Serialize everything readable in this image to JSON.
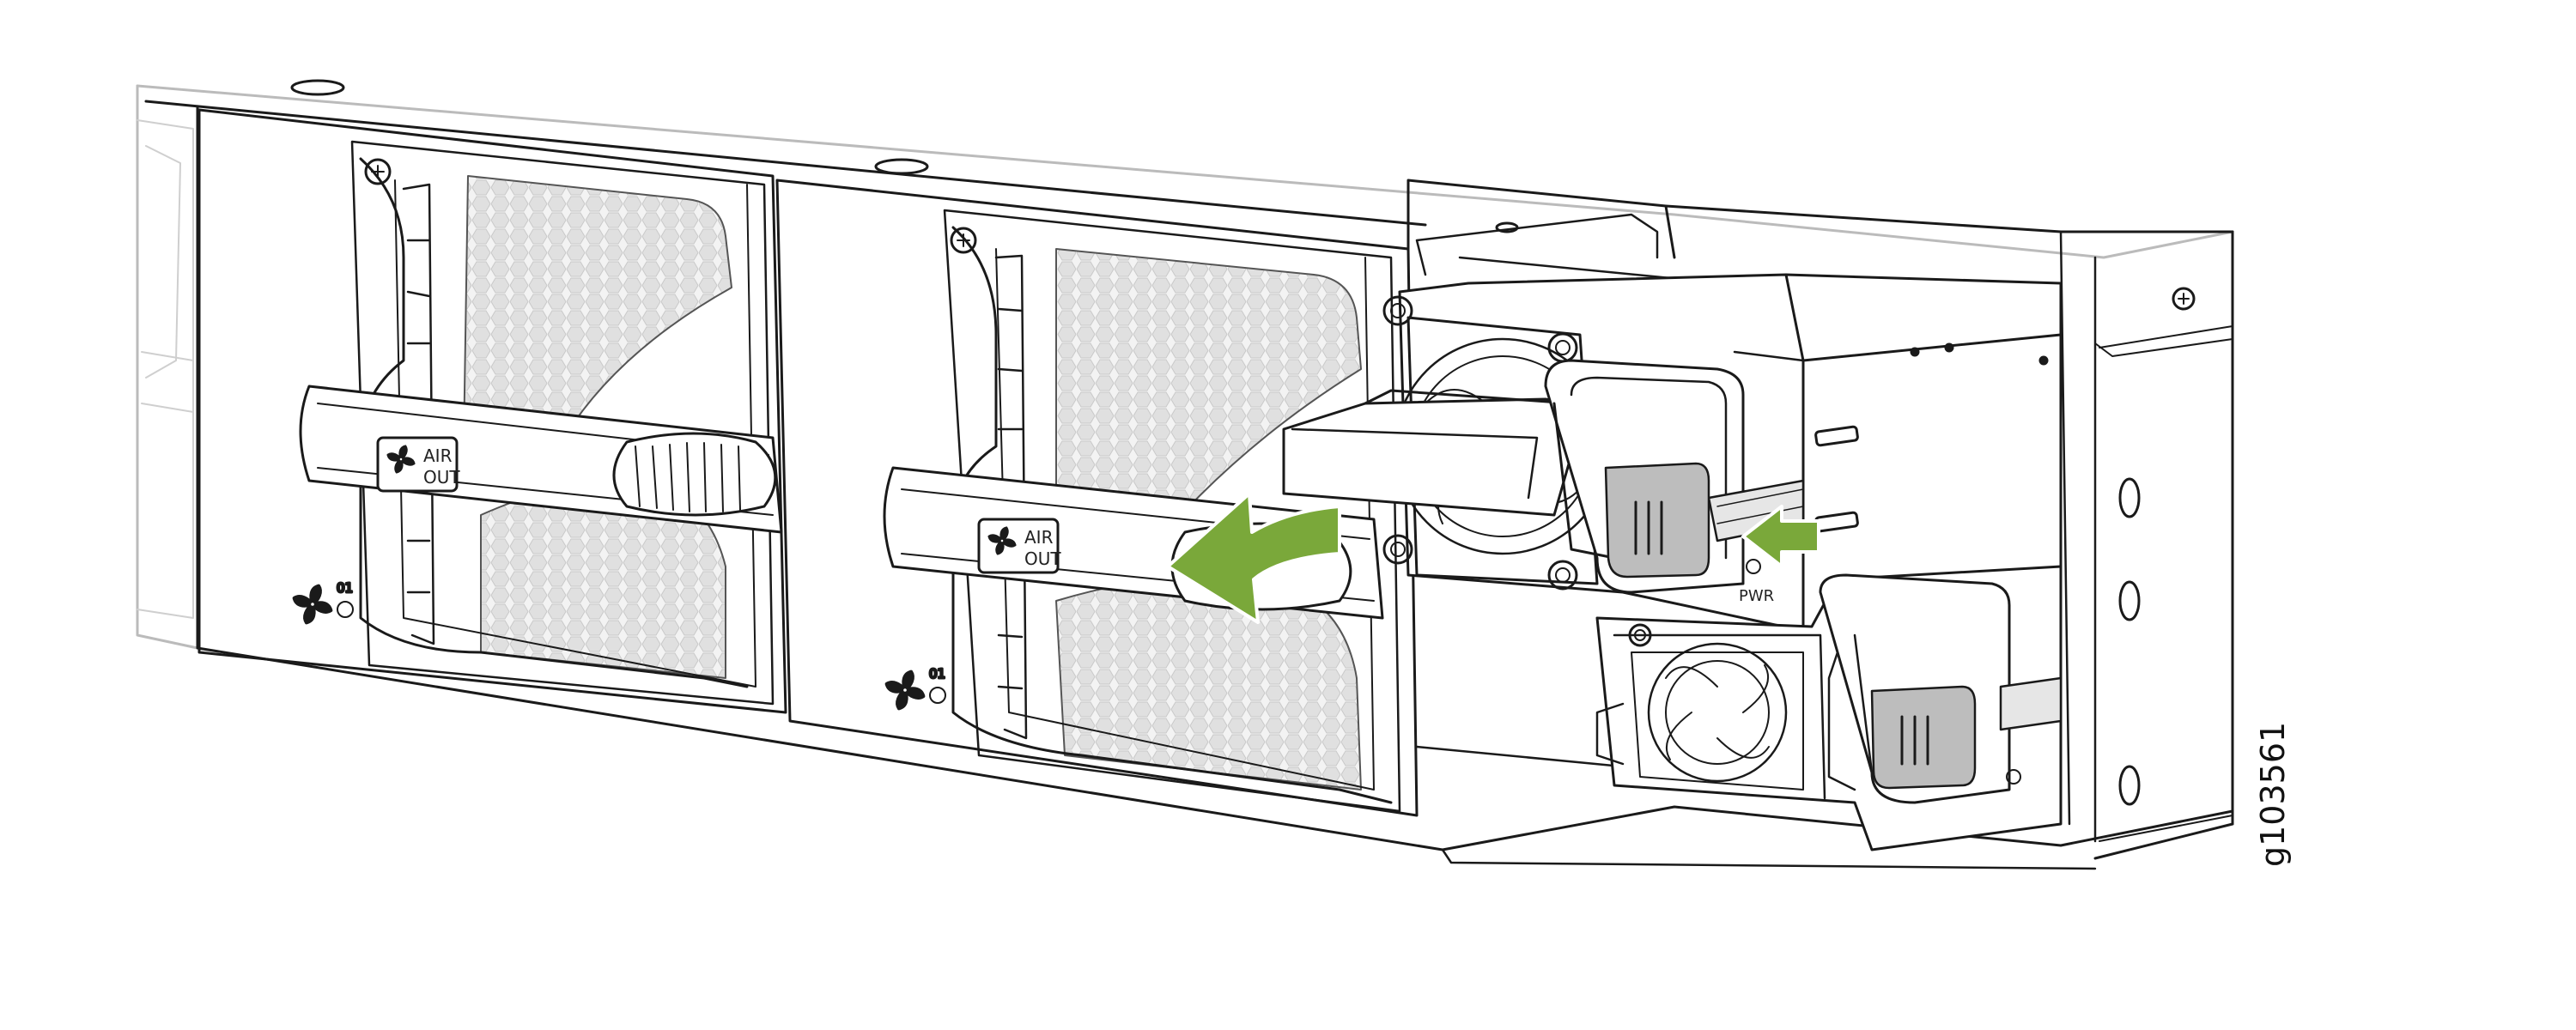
{
  "fan_modules": [
    {
      "id": "fan-left",
      "airflow_label_line1": "AIR",
      "airflow_label_line2": "OUT",
      "slot_label": "01"
    },
    {
      "id": "fan-right",
      "airflow_label_line1": "AIR",
      "airflow_label_line2": "OUT",
      "slot_label": "01"
    }
  ],
  "psu": {
    "led_label": "PWR"
  },
  "figure_id": "g103561",
  "icons": {
    "fan": "fan-icon",
    "arrow_large": "pull-arrow-icon",
    "arrow_small": "press-latch-arrow-icon"
  },
  "colors": {
    "arrow_green": "#7aa83a",
    "line": "#1a1a1a",
    "latch_gray": "#bdbdbd"
  }
}
